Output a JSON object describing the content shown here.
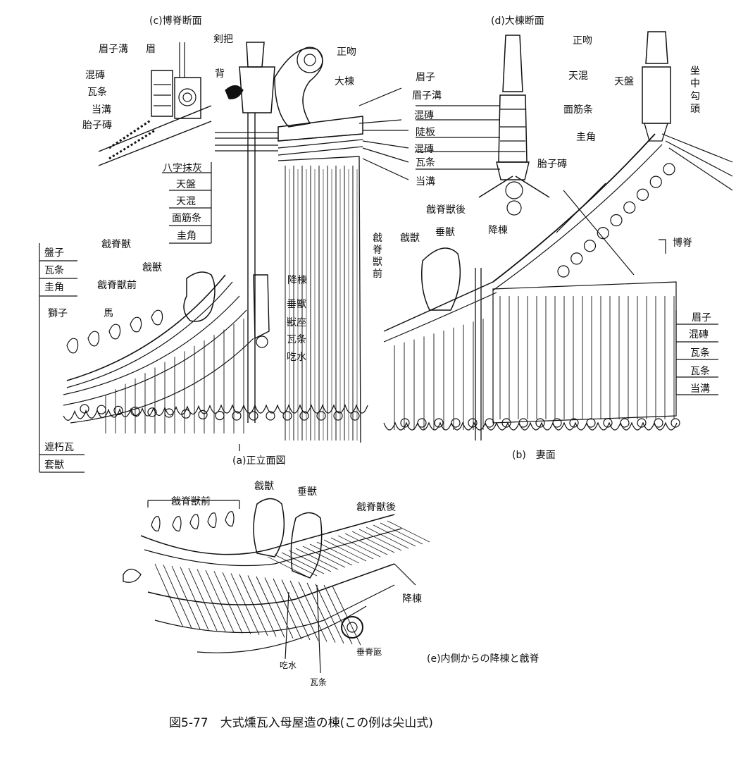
{
  "figure": {
    "caption": "図5-77　大式燻瓦入母屋造の棟(この例は尖山式)",
    "subfigures": {
      "a": "(a)正立面図",
      "b": "(b)　妻面",
      "c": "(c)博脊断面",
      "d": "(d)大棟断面",
      "e": "(e)内側からの降棟と戧脊"
    }
  },
  "labels": {
    "c": {
      "meiji_kou": "眉子溝",
      "mayu": "眉",
      "konsen": "混磚",
      "gajou": "瓦条",
      "tokou": "当溝",
      "taishisen": "胎子磚"
    },
    "a": {
      "kenpa": "剣把",
      "se": "背",
      "seifun": "正吻",
      "daitou": "大棟",
      "hachiji": "八字抹灰",
      "tenban": "天盤",
      "tenkon": "天混",
      "menkin": "面筋条",
      "keikaku": "圭角",
      "sousekijuu": "戧脊獣",
      "bansi": "盤子",
      "gajou": "瓦条",
      "keikaku2": "圭角",
      "senjuu": "戧獣",
      "sousekijuu_mae": "戧脊獣前",
      "shishi": "獅子",
      "uma": "馬",
      "koutou": "降棟",
      "suijuu": "垂獣",
      "juuza": "獣座",
      "gajou3": "瓦条",
      "kissui": "吃水",
      "shaku": "遮朽瓦",
      "toujuu": "套獣"
    },
    "d": {
      "seifun": "正吻",
      "mayuko": "眉子",
      "mayuko_kou": "眉子溝",
      "konsen1": "混磚",
      "ryouban": "陡板",
      "konsen2": "混磚",
      "gajou": "瓦条",
      "taishisen": "胎子磚",
      "tokou": "当溝",
      "tenkon": "天混",
      "tenban": "天盤",
      "zachuu": "坐中勾頭",
      "menkin": "面筋条",
      "keikaku": "圭角"
    },
    "b": {
      "sousekijuu_go": "戧脊獣後",
      "senjuu": "戧獣",
      "suijuu": "垂獣",
      "koutou": "降棟",
      "sousekijuu_mae": "戧脊獣前",
      "hakuseki": "博脊",
      "mayuko": "眉子",
      "konsen": "混磚",
      "gajou1": "瓦条",
      "gajou2": "瓦条",
      "tokou": "当溝"
    },
    "e": {
      "sousekijuu_mae": "戧脊獣前",
      "senjuu": "戧獣",
      "suijuu": "垂獣",
      "sousekijuu_go": "戧脊獣後",
      "koutou": "降棟",
      "kissui": "吃水",
      "gajou": "瓦条",
      "suibun": "垂脊瓪"
    }
  },
  "colors": {
    "ink": "#111111",
    "paper": "#ffffff"
  }
}
